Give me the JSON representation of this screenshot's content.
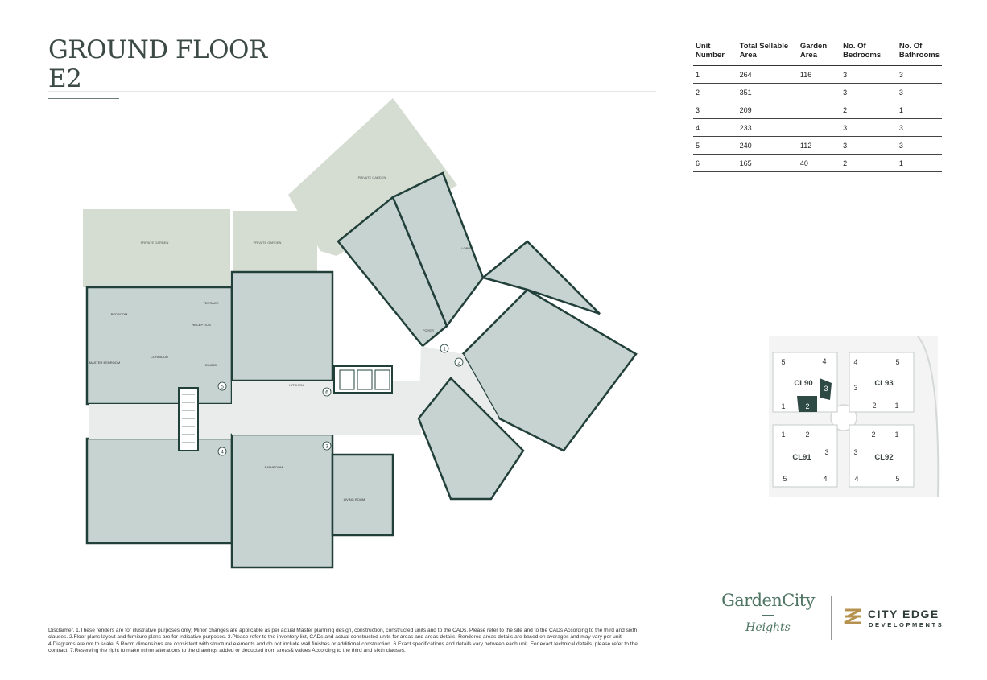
{
  "header": {
    "title": "GROUND FLOOR",
    "building": "E2"
  },
  "unit_table": {
    "columns": [
      [
        "Unit",
        "Number"
      ],
      [
        "Total Sellable",
        "Area"
      ],
      [
        "Garden",
        "Area"
      ],
      [
        "No. Of",
        "Bedrooms"
      ],
      [
        "No. Of",
        "Bathrooms"
      ]
    ],
    "rows": [
      [
        "1",
        "264",
        "116",
        "3",
        "3"
      ],
      [
        "2",
        "351",
        "",
        "3",
        "3"
      ],
      [
        "3",
        "209",
        "",
        "2",
        "1"
      ],
      [
        "4",
        "233",
        "",
        "3",
        "3"
      ],
      [
        "5",
        "240",
        "112",
        "3",
        "3"
      ],
      [
        "6",
        "165",
        "40",
        "2",
        "1"
      ]
    ]
  },
  "plan": {
    "unit_markers": [
      "1",
      "2",
      "3",
      "4",
      "5",
      "6"
    ],
    "room_labels": {
      "private_garden": "PRIVATE GARDEN",
      "terrace": "TERRACE",
      "reception": "RECEPTION",
      "dining": "DINING",
      "kitchen": "KITCHEN",
      "master_bedroom": "MASTER BEDROOM",
      "bedroom": "BEDROOM",
      "bathroom": "BATHROOM",
      "corridor": "CORRIDOR",
      "foyer": "FOYER",
      "lobby": "LOBBY",
      "living_room": "LIVING ROOM"
    }
  },
  "keymap": {
    "clusters": [
      {
        "name": "CL90",
        "units": [
          "5",
          "4",
          "1",
          "2",
          "3"
        ]
      },
      {
        "name": "CL93",
        "units": [
          "4",
          "5",
          "3",
          "2",
          "1"
        ]
      },
      {
        "name": "CL91",
        "units": [
          "1",
          "2",
          "3",
          "5",
          "4"
        ]
      },
      {
        "name": "CL92",
        "units": [
          "2",
          "1",
          "3",
          "4",
          "5"
        ]
      }
    ]
  },
  "disclaimer": "Disclaimer. 1.These renders are for illustrative purposes only; Minor changes are applicable as per actual Master planning design, construction, constructed units and to the CADs. Please refer to the site and to the CADs According to the third and sixth clauses. 2.Floor plans layout and furniture plans are for indicative purposes. 3.Please refer to the inventory list, CADs and actual constructed units for areas and areas details. Rendered areas details are based on averages and may vary per unit. 4.Diagrams are not to scale. 5.Room dimensions are consistent with structural elements and do not include wall finishes or additional construction. 6.Exact specifications and details vary between each unit. For exact technical details, please refer to the contract. 7.Reserving the right to make minor alterations to the drawings added or deducted from areas& values According to the third and sixth clauses.",
  "logos": {
    "garden_city": {
      "main": "GardenCity",
      "sub": "Heights"
    },
    "city_edge": {
      "name": "CITY EDGE",
      "sub": "DEVELOPMENTS"
    }
  },
  "colors": {
    "garden": "#d5ddd3",
    "unit_fill": "#c7d3d0",
    "common_fill": "#e9ecea",
    "wall": "#22403a",
    "highlight": "#2f4a44"
  }
}
